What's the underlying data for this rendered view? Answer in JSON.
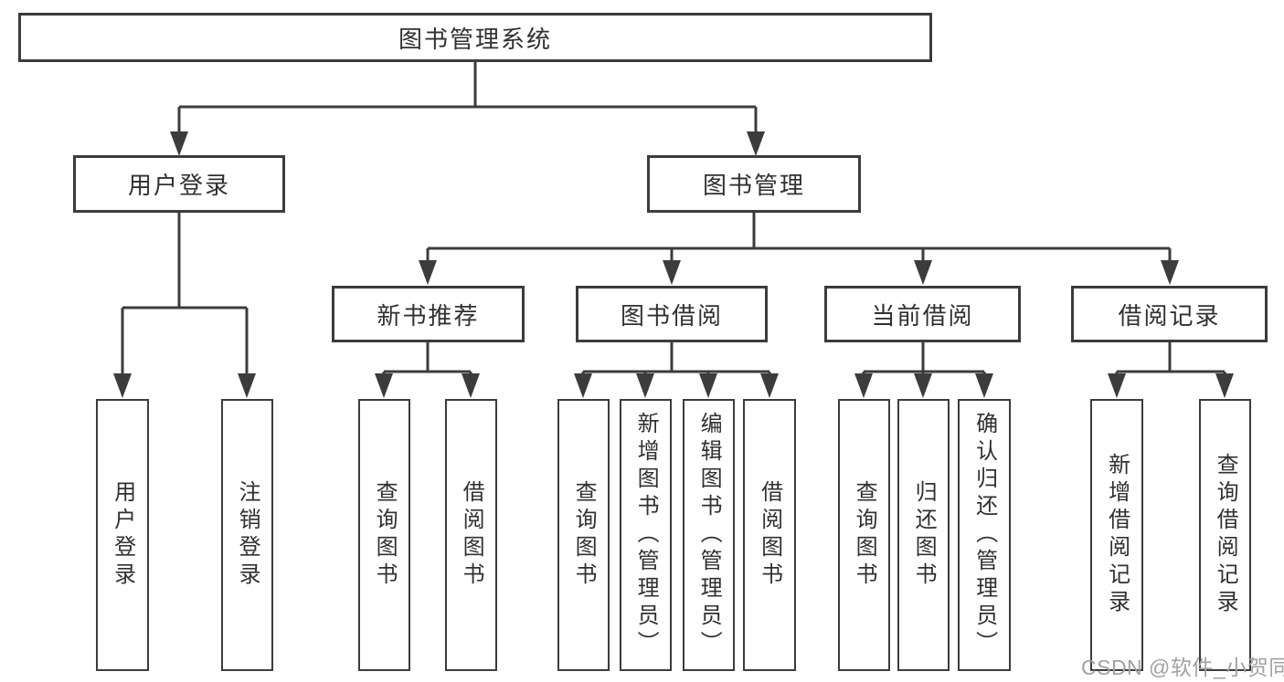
{
  "diagram": {
    "root": "图书管理系统",
    "level1": [
      {
        "label": "用户登录",
        "children": [
          "用户登录",
          "注销登录"
        ]
      },
      {
        "label": "图书管理",
        "groups": [
          {
            "label": "新书推荐",
            "children": [
              "查询图书",
              "借阅图书"
            ]
          },
          {
            "label": "图书借阅",
            "children": [
              "查询图书",
              "新增图书（管理员）",
              "编辑图书（管理员）",
              "借阅图书"
            ]
          },
          {
            "label": "当前借阅",
            "children": [
              "查询图书",
              "归还图书",
              "确认归还（管理员）"
            ]
          },
          {
            "label": "借阅记录",
            "children": [
              "新增借阅记录",
              "查询借阅记录"
            ]
          }
        ]
      }
    ]
  },
  "watermark": {
    "text": "CSDN @软件_小贺同学"
  },
  "colors": {
    "line": "#3c3c3c",
    "text": "#303030",
    "watermark": "#a2a2a2",
    "background": "#ffffff"
  }
}
